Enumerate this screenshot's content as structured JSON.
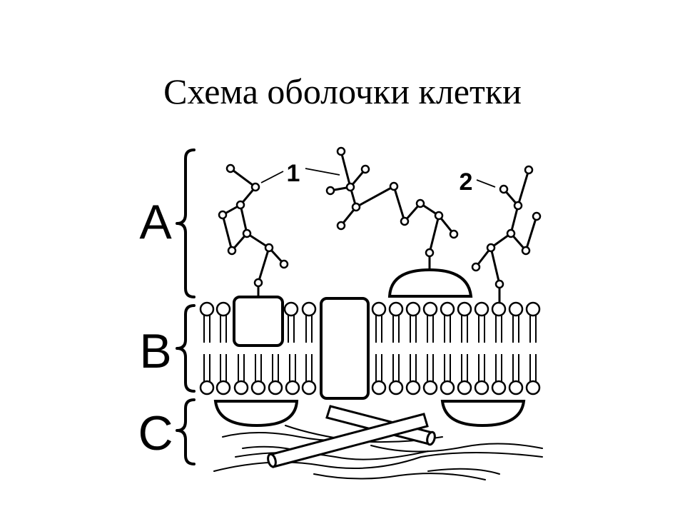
{
  "title": "Схема оболочки клетки",
  "diagram": {
    "section_labels": {
      "a": "A",
      "b": "B",
      "c": "C"
    },
    "callouts": {
      "one": "1",
      "two": "2"
    }
  },
  "colors": {
    "ink": "#000000",
    "paper": "#ffffff"
  }
}
